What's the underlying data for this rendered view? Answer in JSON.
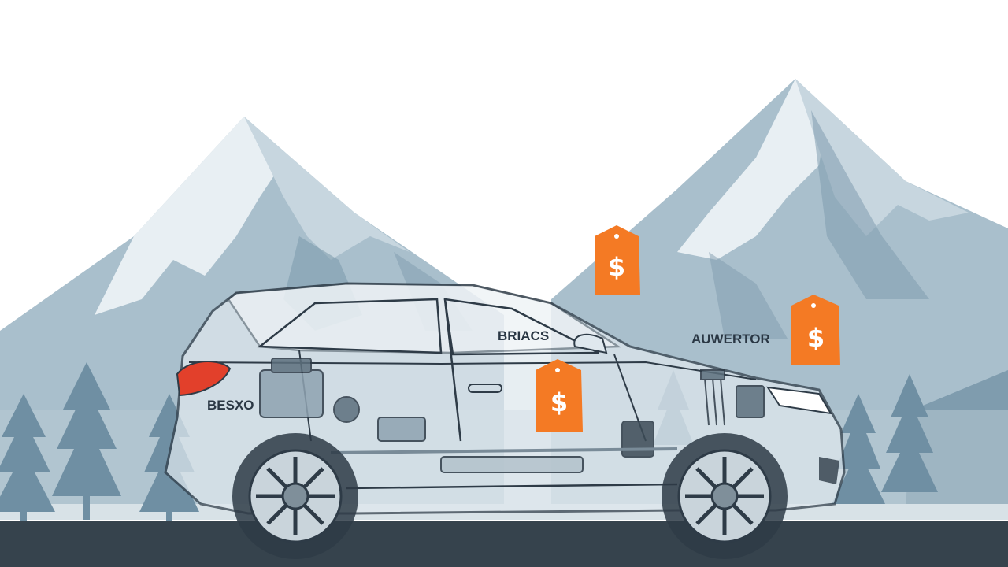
{
  "labels": {
    "middle": "BRIACS",
    "right": "AUWERTOR",
    "left": "BESXO"
  },
  "price_tags": [
    {
      "glyph": "$"
    },
    {
      "glyph": "$"
    },
    {
      "glyph": "$"
    }
  ],
  "colors": {
    "sky": "#ffffff",
    "mountain": "#a9bfcc",
    "mountain_shadow": "#7f9cae",
    "snow": "#e8eff3",
    "trees": "#6f8fa3",
    "ground": "#36434d",
    "car_outline": "#2e3b47",
    "tag": "#f47a24",
    "tail_light": "#e2402b"
  },
  "icons": [
    "car-icon",
    "price-tag-icon",
    "mountain-icon",
    "pine-tree-icon",
    "wheel-icon"
  ]
}
